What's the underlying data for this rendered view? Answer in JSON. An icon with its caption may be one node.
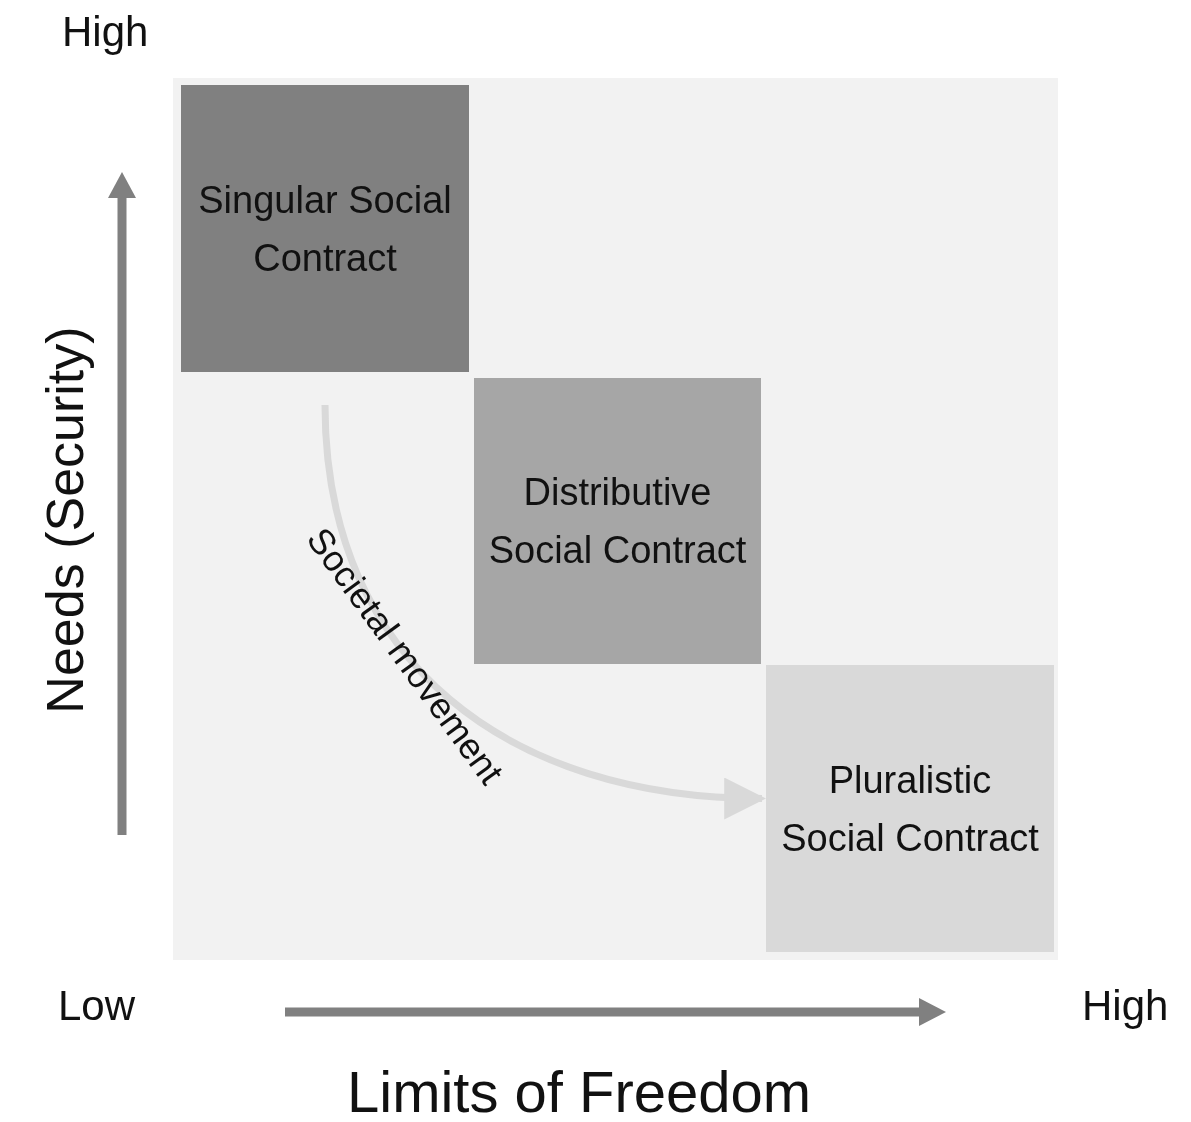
{
  "diagram": {
    "nodes": [
      {
        "text": [
          "Singular Social Contract"
        ]
      },
      {
        "text": [
          "Distributive Social Contract"
        ]
      },
      {
        "text": [
          "Pluralistic Social Contract"
        ]
      }
    ],
    "edges": [
      {
        "from": 0,
        "to": 2,
        "arrow": "to",
        "label": "Societal movement",
        "color": "#d9d9d9"
      }
    ],
    "labels": [
      "High",
      "Needs (Security)",
      "Low",
      "High",
      "Limits of Freedom"
    ]
  }
}
